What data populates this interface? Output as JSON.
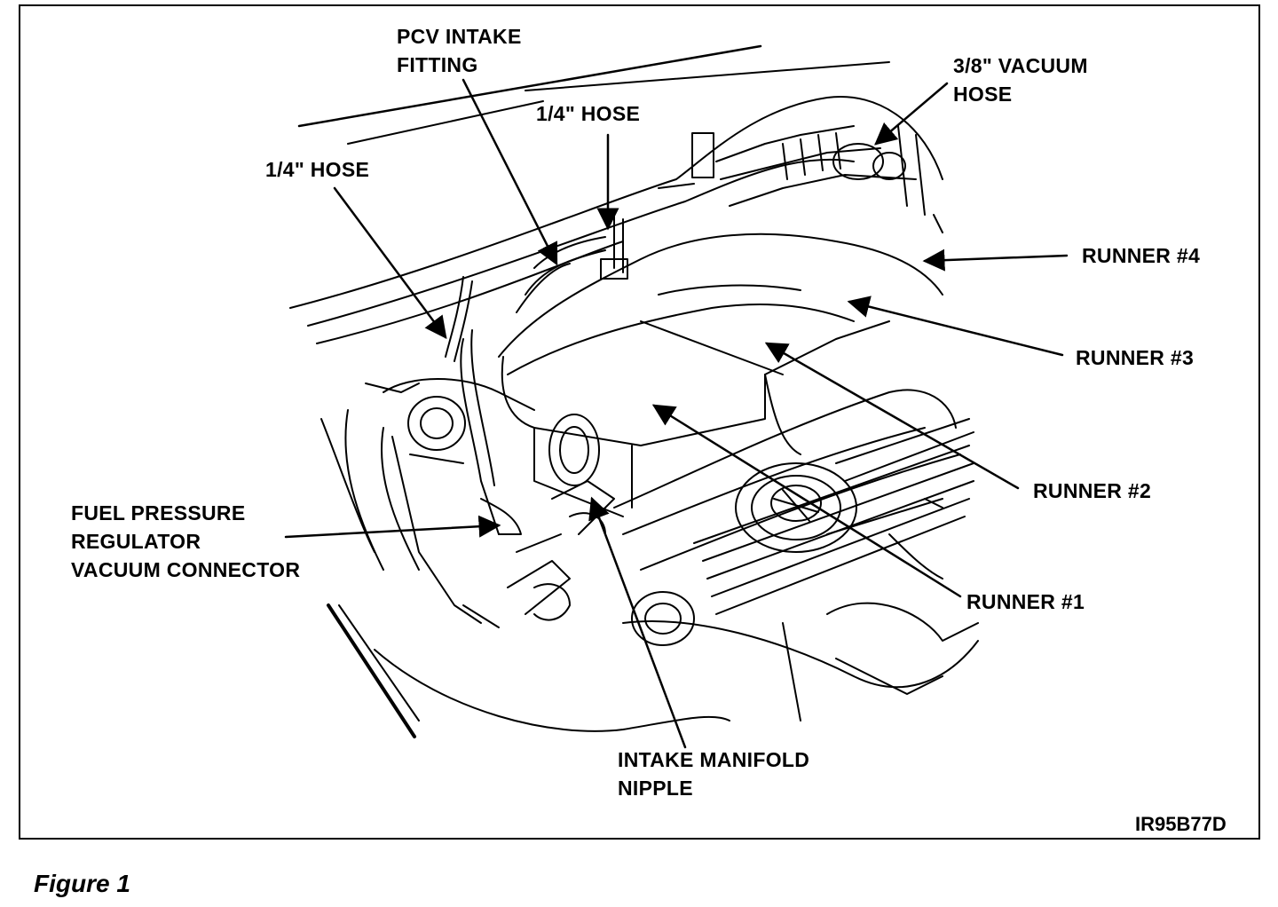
{
  "diagram": {
    "labels": {
      "pcv_intake_fitting": [
        "PCV INTAKE",
        "FITTING"
      ],
      "hose_quarter_center": [
        "1/4\" HOSE"
      ],
      "hose_quarter_left": [
        "1/4\" HOSE"
      ],
      "vacuum_hose_3_8": [
        "3/8\" VACUUM",
        "HOSE"
      ],
      "runner_4": [
        "RUNNER #4"
      ],
      "runner_3": [
        "RUNNER #3"
      ],
      "runner_2": [
        "RUNNER #2"
      ],
      "runner_1": [
        "RUNNER #1"
      ],
      "fuel_pressure_regulator": [
        "FUEL PRESSURE",
        "REGULATOR",
        "VACUUM CONNECTOR"
      ],
      "intake_manifold_nipple": [
        "INTAKE MANIFOLD",
        "NIPPLE"
      ]
    },
    "figure_code": "IR95B77D"
  },
  "caption": "Figure 1"
}
